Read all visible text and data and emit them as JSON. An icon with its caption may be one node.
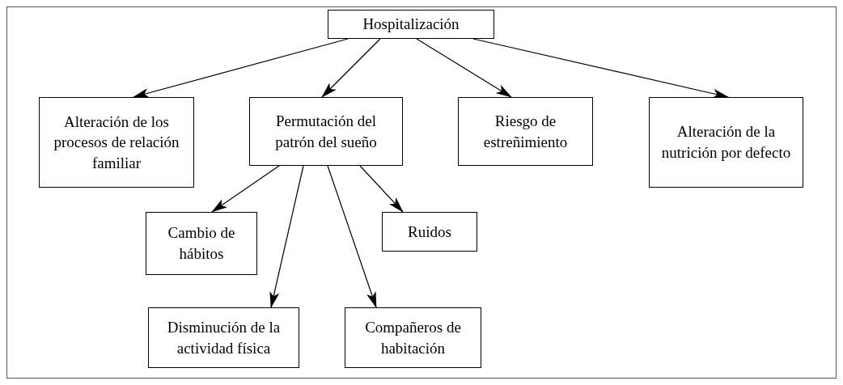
{
  "diagram": {
    "nodes": [
      {
        "text": [
          "Hospitalización"
        ]
      },
      {
        "text": [
          "Alteración de los procesos de relación familiar"
        ]
      },
      {
        "text": [
          "Permutación del patrón del sueño"
        ]
      },
      {
        "text": [
          "Riesgo de estreñimiento"
        ]
      },
      {
        "text": [
          "Alteración de la nutrición por defecto"
        ]
      },
      {
        "text": [
          "Cambio de hábitos"
        ]
      },
      {
        "text": [
          "Ruidos"
        ]
      },
      {
        "text": [
          "Disminución de la actividad física"
        ]
      },
      {
        "text": [
          "Compañeros de habitación"
        ]
      }
    ],
    "edges": [
      {
        "from": 0,
        "to": 1,
        "arrow": "to"
      },
      {
        "from": 0,
        "to": 2,
        "arrow": "to"
      },
      {
        "from": 0,
        "to": 3,
        "arrow": "to"
      },
      {
        "from": 0,
        "to": 4,
        "arrow": "to"
      },
      {
        "from": 2,
        "to": 5,
        "arrow": "to"
      },
      {
        "from": 2,
        "to": 7,
        "arrow": "to"
      },
      {
        "from": 2,
        "to": 8,
        "arrow": "to"
      },
      {
        "from": 2,
        "to": 6,
        "arrow": "to"
      }
    ]
  }
}
